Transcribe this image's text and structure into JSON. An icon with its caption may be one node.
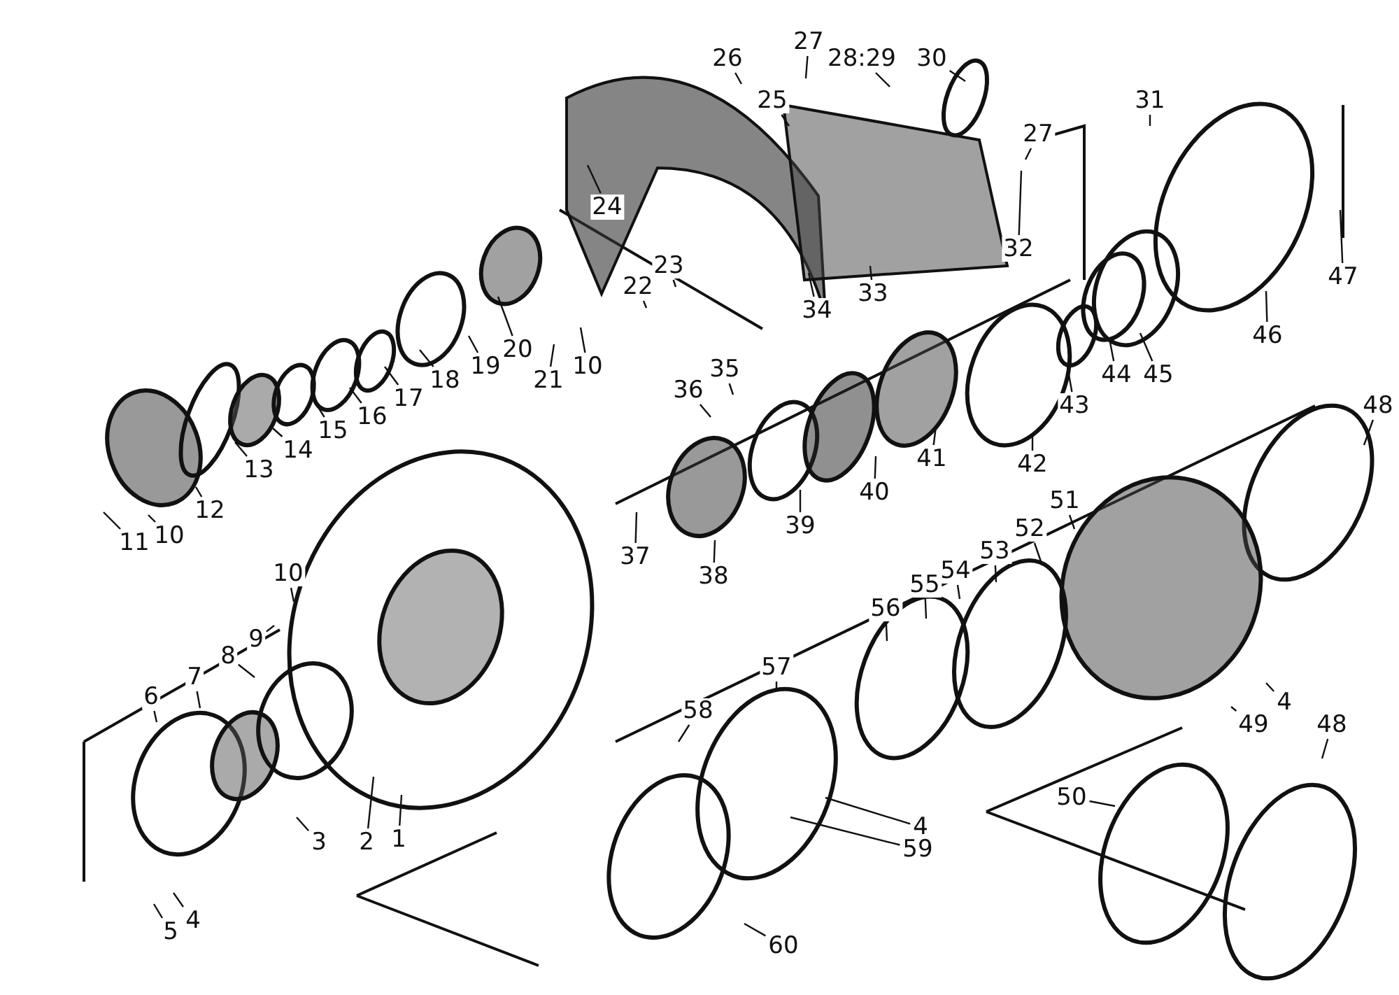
{
  "diagram": {
    "nodes": [
      {
        "text": [
          "26"
        ]
      },
      {
        "text": [
          "27"
        ]
      },
      {
        "text": [
          "25"
        ]
      },
      {
        "text": [
          "28:29"
        ]
      },
      {
        "text": [
          "30"
        ]
      },
      {
        "text": [
          "27"
        ]
      },
      {
        "text": [
          "31"
        ]
      },
      {
        "text": [
          "24"
        ]
      },
      {
        "text": [
          "47"
        ]
      },
      {
        "text": [
          "22"
        ]
      },
      {
        "text": [
          "23"
        ]
      },
      {
        "text": [
          "32"
        ]
      },
      {
        "text": [
          "33"
        ]
      },
      {
        "text": [
          "34"
        ]
      },
      {
        "text": [
          "20"
        ]
      },
      {
        "text": [
          "19"
        ]
      },
      {
        "text": [
          "10"
        ]
      },
      {
        "text": [
          "46"
        ]
      },
      {
        "text": [
          "45"
        ]
      },
      {
        "text": [
          "44"
        ]
      },
      {
        "text": [
          "18"
        ]
      },
      {
        "text": [
          "21"
        ]
      },
      {
        "text": [
          "17"
        ]
      },
      {
        "text": [
          "43"
        ]
      },
      {
        "text": [
          "48"
        ]
      },
      {
        "text": [
          "16"
        ]
      },
      {
        "text": [
          "35"
        ]
      },
      {
        "text": [
          "36"
        ]
      },
      {
        "text": [
          "15"
        ]
      },
      {
        "text": [
          "14"
        ]
      },
      {
        "text": [
          "42"
        ]
      },
      {
        "text": [
          "41"
        ]
      },
      {
        "text": [
          "13"
        ]
      },
      {
        "text": [
          "40"
        ]
      },
      {
        "text": [
          "51"
        ]
      },
      {
        "text": [
          "12"
        ]
      },
      {
        "text": [
          "52"
        ]
      },
      {
        "text": [
          "39"
        ]
      },
      {
        "text": [
          "10"
        ]
      },
      {
        "text": [
          "11"
        ]
      },
      {
        "text": [
          "37"
        ]
      },
      {
        "text": [
          "53"
        ]
      },
      {
        "text": [
          "54"
        ]
      },
      {
        "text": [
          "10"
        ]
      },
      {
        "text": [
          "38"
        ]
      },
      {
        "text": [
          "55"
        ]
      },
      {
        "text": [
          "9"
        ]
      },
      {
        "text": [
          "56"
        ]
      },
      {
        "text": [
          "8"
        ]
      },
      {
        "text": [
          "57"
        ]
      },
      {
        "text": [
          "7"
        ]
      },
      {
        "text": [
          "6"
        ]
      },
      {
        "text": [
          "58"
        ]
      },
      {
        "text": [
          "49"
        ]
      },
      {
        "text": [
          "4"
        ]
      },
      {
        "text": [
          "48"
        ]
      },
      {
        "text": [
          "50"
        ]
      },
      {
        "text": [
          "4"
        ]
      },
      {
        "text": [
          "59"
        ]
      },
      {
        "text": [
          "3"
        ]
      },
      {
        "text": [
          "2"
        ]
      },
      {
        "text": [
          "1"
        ]
      },
      {
        "text": [
          "4"
        ]
      },
      {
        "text": [
          "5"
        ]
      },
      {
        "text": [
          "60"
        ]
      }
    ],
    "edges": [
      {
        "from": 0,
        "to": null,
        "arrow": "none"
      },
      {
        "from": 1,
        "to": null,
        "arrow": "none"
      },
      {
        "from": 2,
        "to": null,
        "arrow": "none"
      },
      {
        "from": 3,
        "to": null,
        "arrow": "none"
      },
      {
        "from": 4,
        "to": null,
        "arrow": "none"
      },
      {
        "from": 5,
        "to": null,
        "arrow": "none"
      },
      {
        "from": 6,
        "to": null,
        "arrow": "none"
      },
      {
        "from": 7,
        "to": null,
        "arrow": "none"
      },
      {
        "from": 8,
        "to": null,
        "arrow": "none"
      },
      {
        "from": 9,
        "to": null,
        "arrow": "none"
      },
      {
        "from": 10,
        "to": null,
        "arrow": "none"
      },
      {
        "from": 11,
        "to": null,
        "arrow": "none"
      },
      {
        "from": 12,
        "to": null,
        "arrow": "none"
      },
      {
        "from": 13,
        "to": null,
        "arrow": "none"
      },
      {
        "from": 14,
        "to": null,
        "arrow": "none"
      },
      {
        "from": 15,
        "to": null,
        "arrow": "none"
      },
      {
        "from": 16,
        "to": null,
        "arrow": "none"
      },
      {
        "from": 17,
        "to": null,
        "arrow": "none"
      },
      {
        "from": 18,
        "to": null,
        "arrow": "none"
      },
      {
        "from": 19,
        "to": null,
        "arrow": "none"
      },
      {
        "from": 20,
        "to": null,
        "arrow": "none"
      },
      {
        "from": 21,
        "to": null,
        "arrow": "none"
      },
      {
        "from": 22,
        "to": null,
        "arrow": "none"
      },
      {
        "from": 23,
        "to": null,
        "arrow": "none"
      },
      {
        "from": 24,
        "to": null,
        "arrow": "none"
      },
      {
        "from": 25,
        "to": null,
        "arrow": "none"
      },
      {
        "from": 26,
        "to": null,
        "arrow": "none"
      },
      {
        "from": 27,
        "to": null,
        "arrow": "none"
      },
      {
        "from": 28,
        "to": null,
        "arrow": "none"
      },
      {
        "from": 29,
        "to": null,
        "arrow": "none"
      },
      {
        "from": 30,
        "to": null,
        "arrow": "none"
      },
      {
        "from": 31,
        "to": null,
        "arrow": "none"
      },
      {
        "from": 32,
        "to": null,
        "arrow": "none"
      },
      {
        "from": 33,
        "to": null,
        "arrow": "none"
      },
      {
        "from": 34,
        "to": null,
        "arrow": "none"
      },
      {
        "from": 35,
        "to": null,
        "arrow": "none"
      },
      {
        "from": 36,
        "to": null,
        "arrow": "none"
      },
      {
        "from": 37,
        "to": null,
        "arrow": "none"
      },
      {
        "from": 38,
        "to": null,
        "arrow": "none"
      },
      {
        "from": 39,
        "to": null,
        "arrow": "none"
      },
      {
        "from": 40,
        "to": null,
        "arrow": "none"
      },
      {
        "from": 41,
        "to": null,
        "arrow": "none"
      },
      {
        "from": 42,
        "to": null,
        "arrow": "none"
      },
      {
        "from": 43,
        "to": null,
        "arrow": "none"
      },
      {
        "from": 44,
        "to": null,
        "arrow": "none"
      },
      {
        "from": 45,
        "to": null,
        "arrow": "none"
      },
      {
        "from": 46,
        "to": null,
        "arrow": "none"
      },
      {
        "from": 47,
        "to": null,
        "arrow": "none"
      },
      {
        "from": 48,
        "to": null,
        "arrow": "none"
      },
      {
        "from": 49,
        "to": null,
        "arrow": "none"
      },
      {
        "from": 50,
        "to": null,
        "arrow": "none"
      },
      {
        "from": 51,
        "to": null,
        "arrow": "none"
      },
      {
        "from": 52,
        "to": null,
        "arrow": "none"
      },
      {
        "from": 53,
        "to": null,
        "arrow": "none"
      },
      {
        "from": 54,
        "to": null,
        "arrow": "none"
      },
      {
        "from": 55,
        "to": null,
        "arrow": "none"
      },
      {
        "from": 56,
        "to": null,
        "arrow": "none"
      },
      {
        "from": 57,
        "to": null,
        "arrow": "none"
      },
      {
        "from": 58,
        "to": null,
        "arrow": "none"
      },
      {
        "from": 59,
        "to": null,
        "arrow": "none"
      },
      {
        "from": 60,
        "to": null,
        "arrow": "none"
      },
      {
        "from": 61,
        "to": null,
        "arrow": "none"
      },
      {
        "from": 62,
        "to": null,
        "arrow": "none"
      },
      {
        "from": 63,
        "to": null,
        "arrow": "none"
      },
      {
        "from": 64,
        "to": null,
        "arrow": "none"
      }
    ]
  }
}
